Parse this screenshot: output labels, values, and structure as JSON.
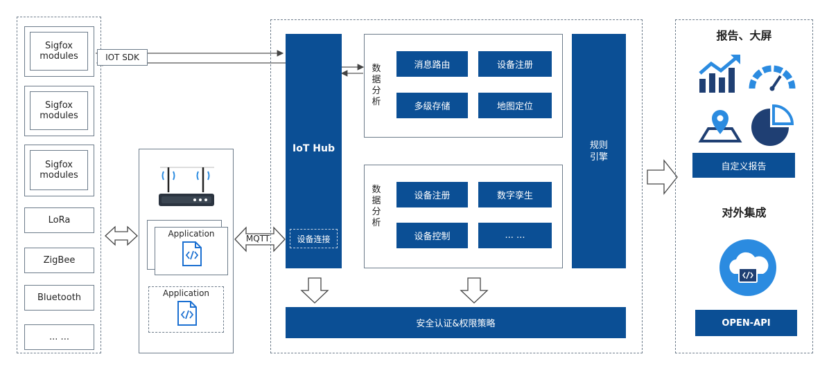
{
  "devices": {
    "sigfox": [
      "Sigfox\nmodules",
      "Sigfox\nmodules",
      "Sigfox\nmodules"
    ],
    "others": [
      "LoRa",
      "ZigBee",
      "Bluetooth",
      "... ..."
    ]
  },
  "connectors": {
    "iot_sdk": "IOT SDK",
    "mqtt": "MQTT"
  },
  "gateway": {
    "application_1": "Application",
    "application_2": "Application"
  },
  "hub": {
    "iot_hub": "IoT Hub",
    "device_connect": "设备连接",
    "rule_engine": "规则\n引擎",
    "security": "安全认证&权限策略"
  },
  "panel_top": {
    "title": "数据分析",
    "items": [
      "消息路由",
      "设备注册",
      "多级存储",
      "地图定位"
    ]
  },
  "panel_bottom": {
    "title": "数据分析",
    "items": [
      "设备注册",
      "数字孪生",
      "设备控制",
      "... ..."
    ]
  },
  "right": {
    "reports_title": "报告、大屏",
    "custom_report": "自定义报告",
    "integration_title": "对外集成",
    "open_api": "OPEN-API"
  },
  "colors": {
    "primary_blue": "#0b4f95",
    "icon_blue": "#1a6fd1",
    "circle_blue": "#2b8be0",
    "border_gray": "#6b7a89"
  }
}
